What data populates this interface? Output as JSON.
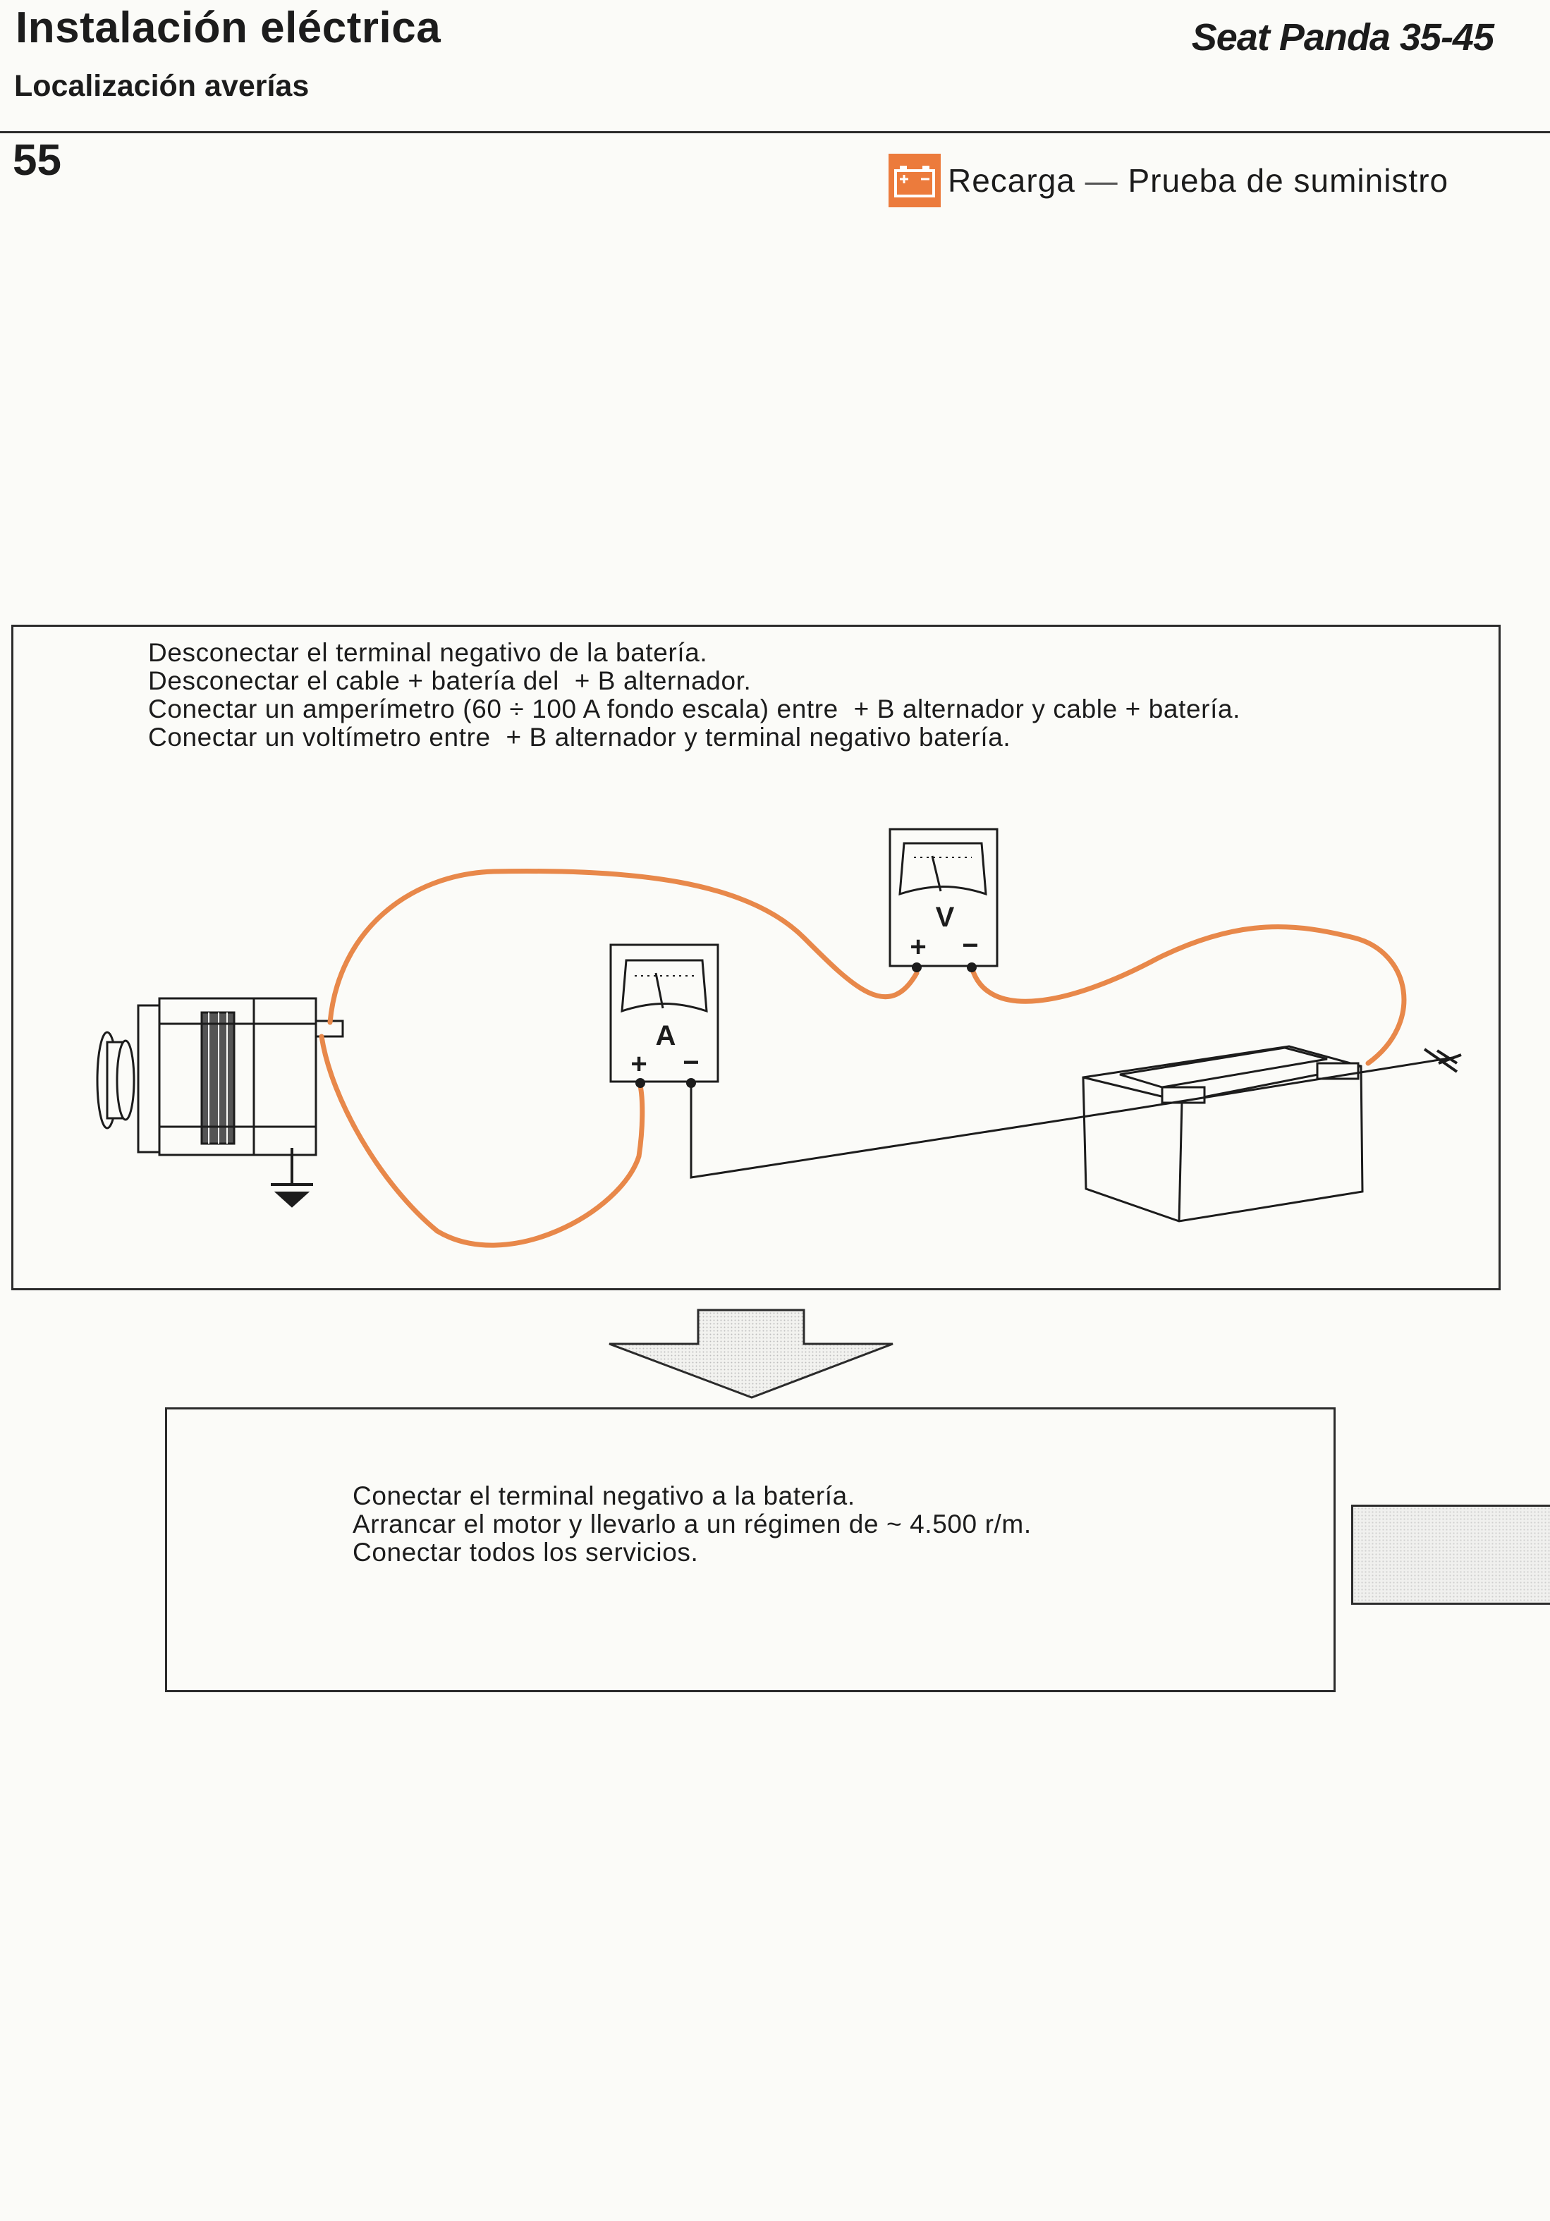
{
  "header": {
    "title": "Instalación eléctrica",
    "subtitle": "Localización averías",
    "model": "Seat Panda 35-45",
    "page_number": "55"
  },
  "section": {
    "icon": "battery-icon",
    "label": "Recarga",
    "separator": "—",
    "label2": "Prueba de suministro",
    "accent_color": "#ec7b3c"
  },
  "step1": {
    "lines": [
      "Desconectar el terminal negativo de la batería.",
      "Desconectar el cable + batería del  + B alternador.",
      "Conectar un amperímetro (60 ÷ 100 A fondo escala) entre  + B alternador y cable + batería.",
      "Conectar un voltímetro entre  + B alternador y terminal negativo batería."
    ]
  },
  "diagram": {
    "ammeter_letter": "A",
    "voltmeter_letter": "V",
    "plus": "+",
    "minus": "−",
    "wire_color": "#e8884a"
  },
  "step2": {
    "lines": [
      "Conectar el terminal negativo a la batería.",
      "Arrancar el motor y llevarlo a un régimen de ~ 4.500 r/m.",
      "Conectar todos los servicios."
    ]
  }
}
